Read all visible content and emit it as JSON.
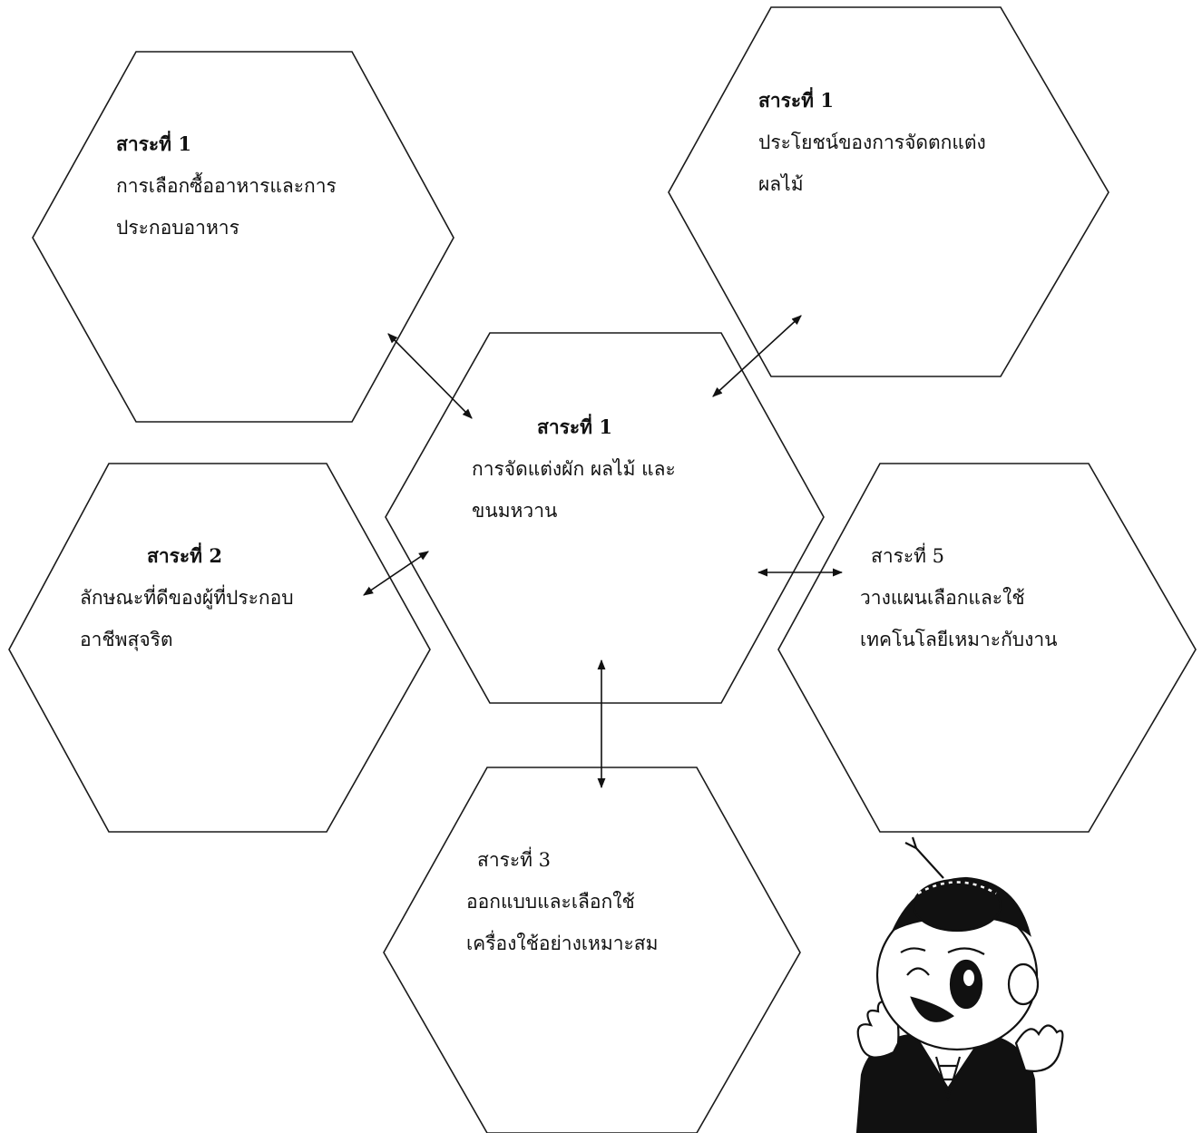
{
  "hexagons": {
    "center": {
      "title": "สาระที่ 1",
      "lines": [
        "การจัดแต่งผัก ผลไม้ และ",
        "ขนมหวาน"
      ]
    },
    "top_left": {
      "title": "สาระที่ 1",
      "lines": [
        "การเลือกซื้ออาหารและการ",
        "ประกอบอาหาร"
      ]
    },
    "top_right": {
      "title": "สาระที่ 1",
      "lines": [
        "ประโยชน์ของการจัดตกแต่ง",
        "ผลไม้"
      ]
    },
    "middle_left": {
      "title": "สาระที่ 2",
      "lines": [
        "ลักษณะที่ดีของผู้ที่ประกอบ",
        "อาชีพสุจริต"
      ]
    },
    "middle_right": {
      "title": "สาระที่ 5",
      "lines": [
        "วางแผนเลือกและใช้",
        "เทคโนโลยีเหมาะกับงาน"
      ]
    },
    "bottom": {
      "title": "สาระที่ 3",
      "lines": [
        "ออกแบบและเลือกใช้",
        "เครื่องใช้อย่างเหมาะสม"
      ]
    }
  },
  "colors": {
    "stroke": "#1a1a1a",
    "text": "#111111",
    "background": "#ffffff"
  }
}
